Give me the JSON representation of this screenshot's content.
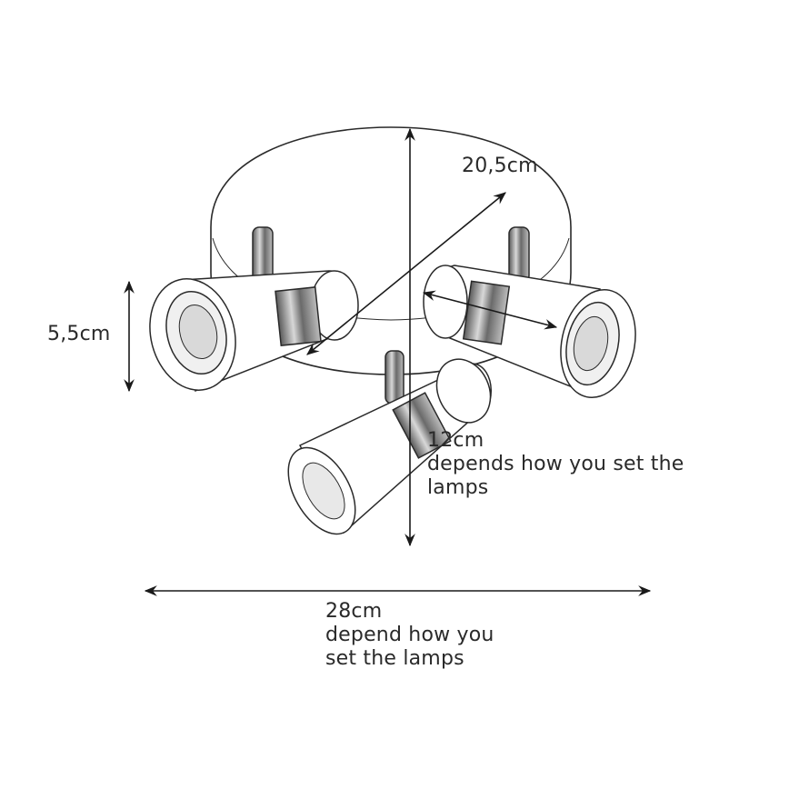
{
  "labels": {
    "diagonal": "20,5cm",
    "height": "5,5cm",
    "drop": [
      "12cm",
      "depends how you set the",
      "lamps"
    ],
    "width": [
      "28cm",
      "depend how you",
      "set the lamps"
    ]
  },
  "colors": {
    "ink": "#2a2a2a",
    "chrome": "#8a8a8a",
    "background": "#ffffff"
  }
}
